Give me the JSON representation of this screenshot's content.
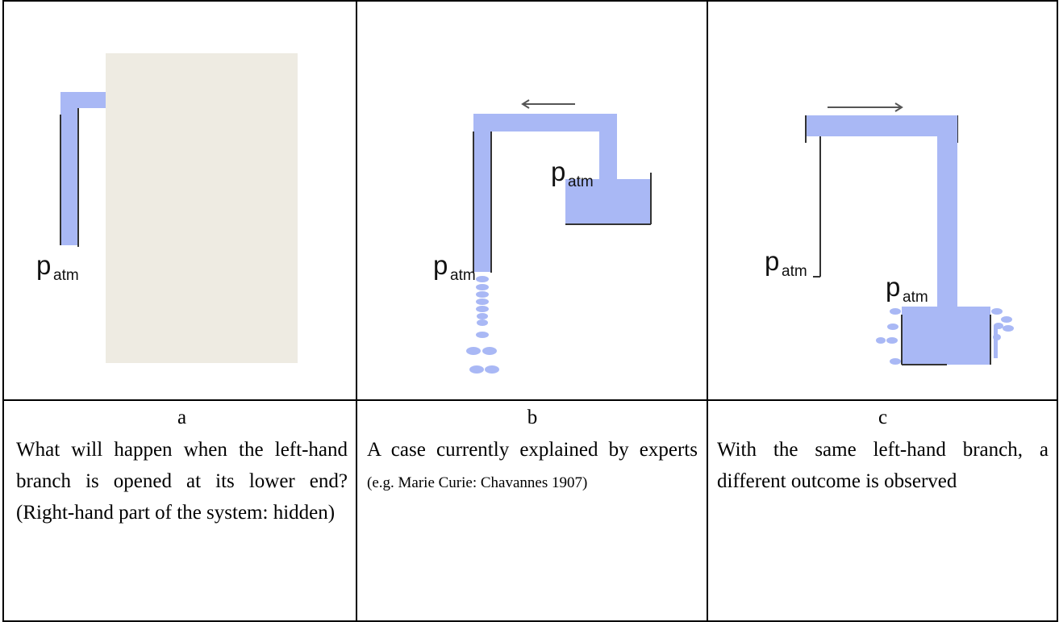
{
  "panels": [
    {
      "letter": "a",
      "caption": "What will happen when the left-hand branch is opened at its lower end? (Right-hand part of the system: hidden)",
      "label": "p",
      "label_sub": "atm"
    },
    {
      "letter": "b",
      "caption_main": "A case currently explained by experts",
      "caption_ref": "(e.g. Marie Curie: Chavannes 1907)",
      "label": "p",
      "label_sub": "atm"
    },
    {
      "letter": "c",
      "caption": "With the same left-hand branch, a different outcome is observed",
      "label": "p",
      "label_sub": "atm"
    }
  ],
  "colors": {
    "water": "#a9b8f5",
    "hidden_panel": "#eeebe2",
    "border": "#000000",
    "tube_edge": "#333333"
  },
  "icons": {
    "arrow_b": "arrow-left-icon",
    "arrow_c": "arrow-right-icon"
  }
}
